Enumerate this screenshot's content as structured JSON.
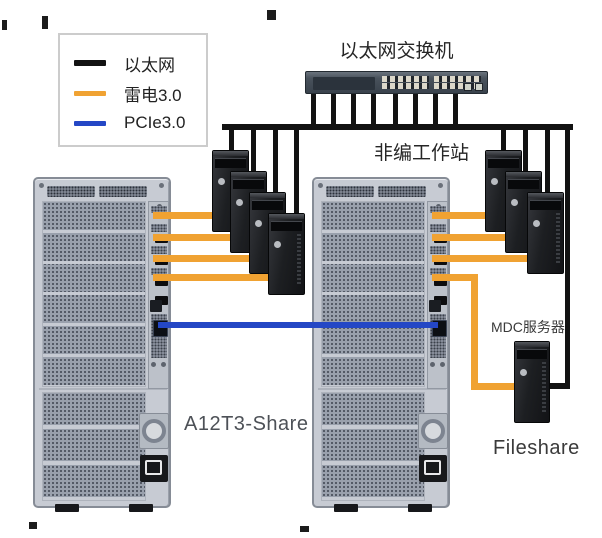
{
  "legend": {
    "items": [
      {
        "label": "以太网",
        "type": "ethernet",
        "color": "#121212"
      },
      {
        "label": "雷电3.0",
        "type": "thunderbolt-3.0",
        "color": "#F0A232"
      },
      {
        "label": "PCIe3.0",
        "type": "pcie-3.0",
        "color": "#2447C5"
      }
    ]
  },
  "labels": {
    "ethernet_switch": "以太网交换机",
    "editing_workstations": "非编工作站",
    "mdc_server": "MDC服务器",
    "storage_server": "A12T3-Share",
    "fileshare": "Fileshare"
  },
  "devices": {
    "ethernet_switch_count": 1,
    "storage_server_count": 2,
    "left_workstation_count": 4,
    "right_workstation_count": 3,
    "mdc_server_count": 1
  }
}
